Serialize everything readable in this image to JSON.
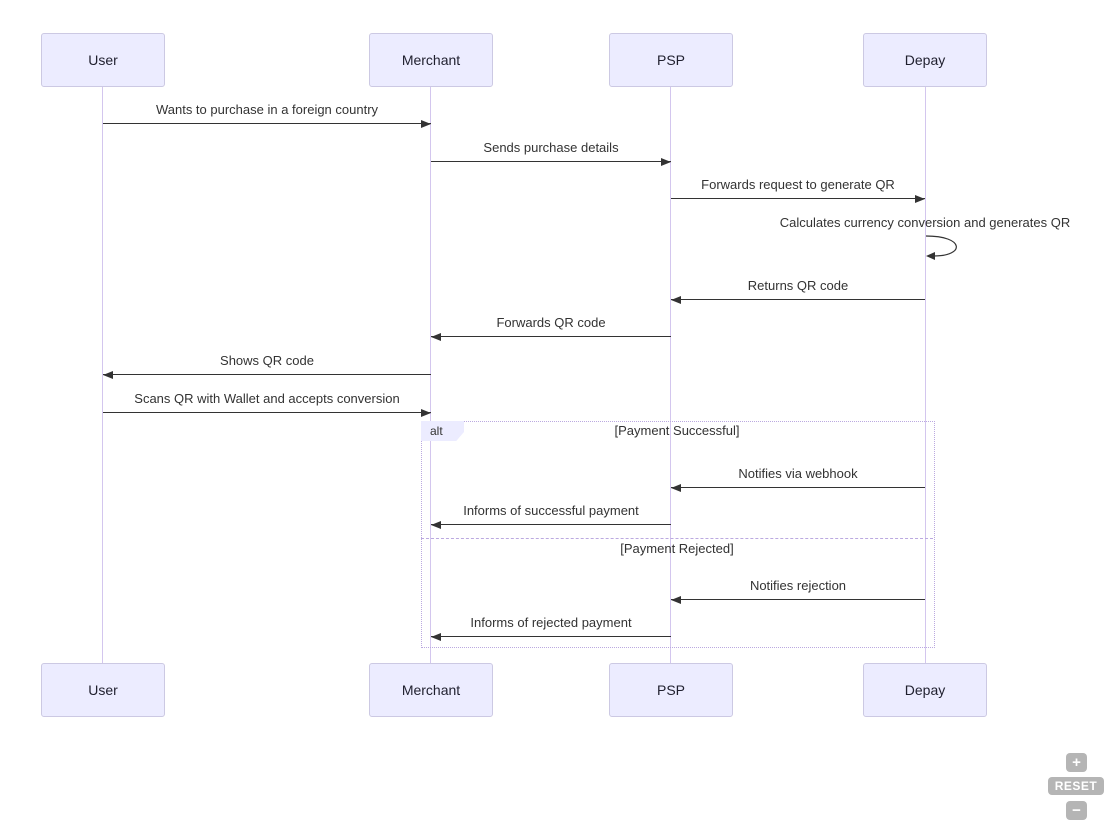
{
  "diagram": {
    "actors": [
      {
        "name": "User"
      },
      {
        "name": "Merchant"
      },
      {
        "name": "PSP"
      },
      {
        "name": "Depay"
      }
    ],
    "messages": [
      {
        "from": "User",
        "to": "Merchant",
        "text": "Wants to purchase in a foreign country"
      },
      {
        "from": "Merchant",
        "to": "PSP",
        "text": "Sends purchase details"
      },
      {
        "from": "PSP",
        "to": "Depay",
        "text": "Forwards request to generate QR"
      },
      {
        "from": "Depay",
        "to": "Depay",
        "text": "Calculates currency conversion and generates QR",
        "self": true
      },
      {
        "from": "Depay",
        "to": "PSP",
        "text": "Returns QR code"
      },
      {
        "from": "PSP",
        "to": "Merchant",
        "text": "Forwards QR code"
      },
      {
        "from": "Merchant",
        "to": "User",
        "text": "Shows QR code"
      },
      {
        "from": "User",
        "to": "Merchant",
        "text": "Scans QR with Wallet and accepts conversion"
      },
      {
        "from": "Depay",
        "to": "PSP",
        "text": "Notifies via webhook"
      },
      {
        "from": "PSP",
        "to": "Merchant",
        "text": "Informs of successful payment"
      },
      {
        "from": "Depay",
        "to": "PSP",
        "text": "Notifies rejection"
      },
      {
        "from": "PSP",
        "to": "Merchant",
        "text": "Informs of rejected payment"
      }
    ],
    "alt": {
      "label": "alt",
      "sections": [
        {
          "condition": "[Payment Successful]"
        },
        {
          "condition": "[Payment Rejected]"
        }
      ]
    }
  },
  "controls": {
    "zoom_in_label": "+",
    "reset_label": "RESET",
    "zoom_out_label": "−"
  },
  "colors": {
    "actor_fill": "#ECECFF",
    "actor_border": "#CCC9E3",
    "lifeline": "#D3C6EE",
    "arrow": "#333333",
    "frame_border": "#BBA9E0",
    "control_bg": "#B5B5B5"
  }
}
